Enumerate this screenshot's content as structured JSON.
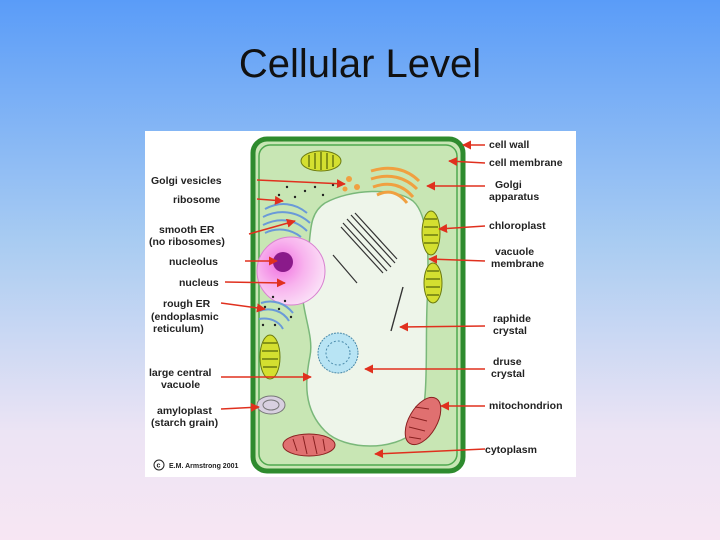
{
  "slide": {
    "title": "Cellular Level"
  },
  "diagram": {
    "labels_left": {
      "golgi_vesicles": "Golgi vesicles",
      "ribosome": "ribosome",
      "smooth_er_1": "smooth ER",
      "smooth_er_2": "(no ribosomes)",
      "nucleolus": "nucleolus",
      "nucleus": "nucleus",
      "rough_er_1": "rough ER",
      "rough_er_2": "(endoplasmic",
      "rough_er_3": "reticulum)",
      "vacuole_1": "large central",
      "vacuole_2": "vacuole",
      "amyloplast_1": "amyloplast",
      "amyloplast_2": "(starch grain)"
    },
    "labels_right": {
      "cell_wall": "cell wall",
      "cell_membrane": "cell membrane",
      "golgi_1": "Golgi",
      "golgi_2": "apparatus",
      "chloroplast": "chloroplast",
      "vacuole_membrane_1": "vacuole",
      "vacuole_membrane_2": "membrane",
      "raphide_1": "raphide",
      "raphide_2": "crystal",
      "druse_1": "druse",
      "druse_2": "crystal",
      "mitochondrion": "mitochondrion",
      "cytoplasm": "cytoplasm"
    },
    "copyright_symbol": "c",
    "copyright": "E.M. Armstrong 2001",
    "colors": {
      "cell_wall": "#2e8b2e",
      "cytoplasm": "#c8e6b4",
      "vacuole": "#eef5ea",
      "nucleus": "#f4a8e8",
      "nucleolus": "#8a1a8a",
      "arrow": "#e0301e",
      "chloroplast": "#d4df30",
      "mitochondrion": "#e07070",
      "golgi": "#f0a040",
      "er": "#6a9ad8"
    }
  }
}
